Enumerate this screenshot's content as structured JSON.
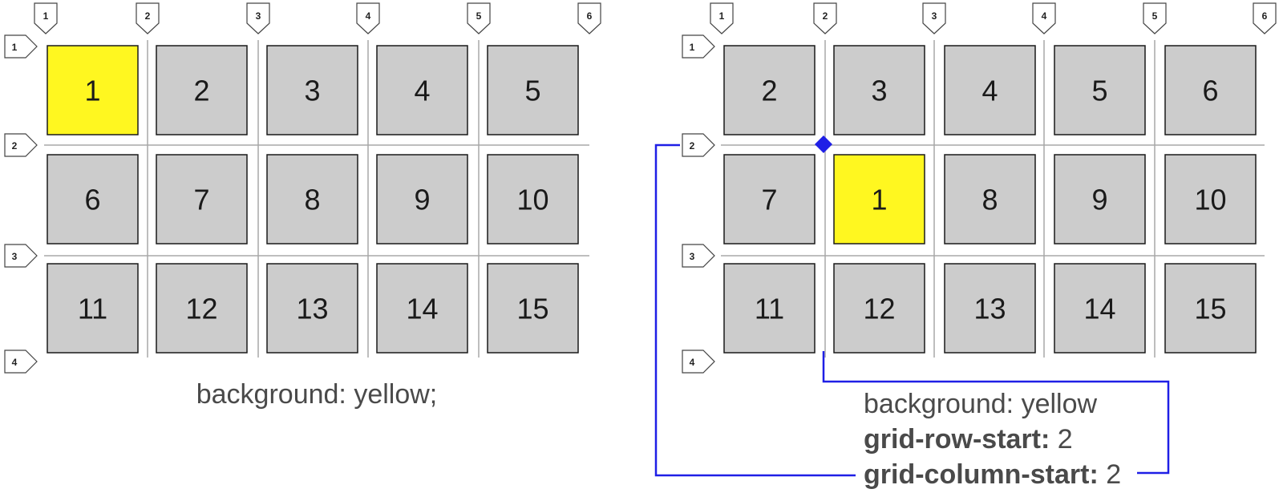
{
  "colors": {
    "cell_fill": "#cccccc",
    "cell_stroke": "#1a1a1a",
    "highlight_fill": "#fff720",
    "grid_line": "#a8a8a8",
    "connector": "#1f1fe6",
    "caption_text": "#4a4a4a"
  },
  "left_panel": {
    "column_line_numbers": [
      "1",
      "2",
      "3",
      "4",
      "5",
      "6"
    ],
    "row_line_numbers": [
      "1",
      "2",
      "3",
      "4"
    ],
    "cells": [
      [
        "1",
        "2",
        "3",
        "4",
        "5"
      ],
      [
        "6",
        "7",
        "8",
        "9",
        "10"
      ],
      [
        "11",
        "12",
        "13",
        "14",
        "15"
      ]
    ],
    "highlighted": "1",
    "caption": "background: yellow;"
  },
  "right_panel": {
    "column_line_numbers": [
      "1",
      "2",
      "3",
      "4",
      "5",
      "6"
    ],
    "row_line_numbers": [
      "1",
      "2",
      "3",
      "4"
    ],
    "cells": [
      [
        "2",
        "3",
        "4",
        "5",
        "6"
      ],
      [
        "7",
        "1",
        "8",
        "9",
        "10"
      ],
      [
        "11",
        "12",
        "13",
        "14",
        "15"
      ]
    ],
    "highlighted": "1",
    "caption": {
      "line1": "background: yellow",
      "row_prop": "grid-row-start:",
      "row_value": " 2",
      "col_prop": "grid-column-start:",
      "col_value": " 2"
    }
  }
}
